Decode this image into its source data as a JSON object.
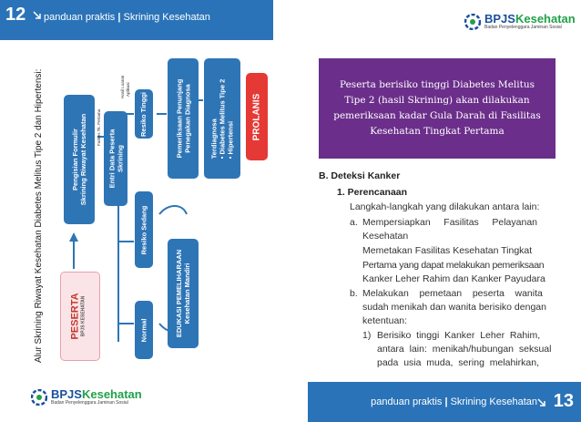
{
  "header": {
    "page_number": "12",
    "guide": "panduan praktis",
    "title": "Skrining Kesehatan"
  },
  "footer": {
    "page_number": "13",
    "guide": "panduan praktis",
    "title": "Skrining Kesehatan"
  },
  "brand": {
    "part1": "BPJS",
    "part2": "Kesehatan",
    "tagline": "Badan Penyelenggara Jaminan Sosial"
  },
  "colors": {
    "header_blue": "#2a73b8",
    "box_blue": "#2e75b6",
    "purple": "#6b2e8a",
    "red": "#e53935"
  },
  "flow": {
    "side_label": "Alur Skrining Riwayat Kesehatan Diabetes Melitus Tipe 2 dan Hipertensi:",
    "peserta": "PESERTA",
    "peserta_sub": "BPJS KESEHATAN",
    "formulir_1": "Pengisian Formulir",
    "formulir_2": "Skrining Riwayat Kesehatan",
    "faskes": "Faskes Tk. Pertama",
    "entri_1": "Entri Data Peserta",
    "entri_2": "Skrining",
    "hasil_1": "Hasil Luaran",
    "hasil_2": "Aplikasi",
    "risiko_tinggi": "Resiko Tinggi",
    "risiko_sedang": "Resiko Sedang",
    "normal": "Normal",
    "pemeriksaan_1": "Pemeriksaan Penunjang",
    "pemeriksaan_2": "Penegakan Diagnosa",
    "terdiagnosa": "Terdiagnosa",
    "dm": "• Diabetes Melitus Tipe 2",
    "hipertensi": "• Hipertensi",
    "prolanis": "PROLANIS",
    "edukasi_1": "EDUKASI PEMELIHARAAN",
    "edukasi_2": "Kesehatan Mandiri"
  },
  "callout": "Peserta berisiko tinggi Diabetes Melitus Tipe 2 (hasil Skrining) akan dilakukan pemeriksaan kadar Gula Darah di Fasilitas Kesehatan Tingkat Pertama",
  "section": {
    "heading": "B.  Deteksi Kanker",
    "sub": "1.  Perencanaan",
    "intro": "Langkah-langkah yang dilakukan antara lain:",
    "a_label": "a.",
    "a_line1": "Mempersiapkan     Fasilitas     Pelayanan",
    "a_line2": "Kesehatan",
    "a_p1": "Memetakan Fasilitas Kesehatan Tingkat",
    "a_p2": "Pertama yang dapat melakukan pemeriksaan",
    "a_p3": "Kanker Leher Rahim dan Kanker Payudara",
    "b_label": "b.",
    "b_line1": "Melakukan    pemetaan    peserta    wanita",
    "b_line2": "sudah menikah dan wanita berisiko dengan",
    "b_line3": "ketentuan:",
    "c1_label": "1)",
    "c1_line1": "Berisiko  tinggi  Kanker  Leher  Rahim,",
    "c1_line2": "antara  lain:  menikah/hubungan  seksual",
    "c1_line3": "pada  usia  muda,  sering  melahirkan,"
  }
}
